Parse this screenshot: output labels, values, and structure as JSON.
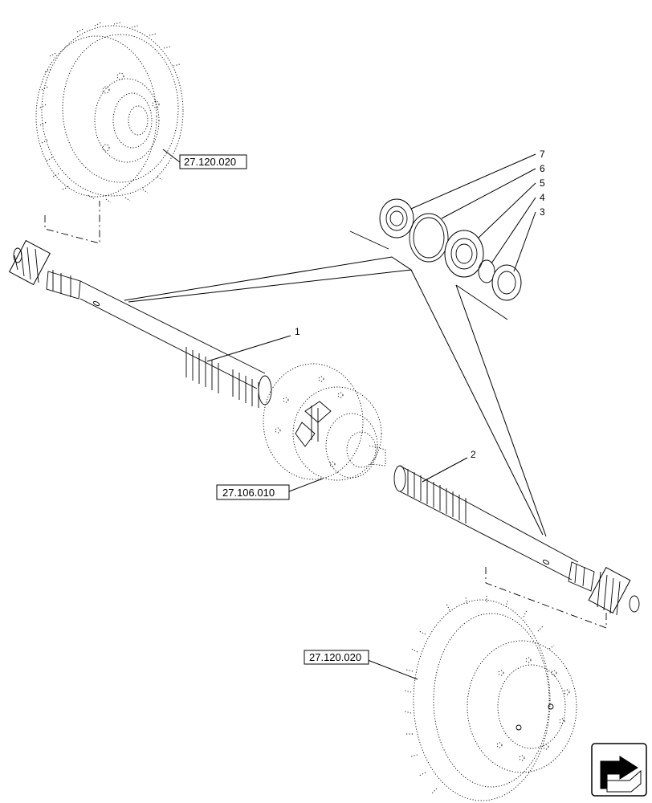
{
  "callouts": [
    {
      "id": "7",
      "text": "7"
    },
    {
      "id": "6",
      "text": "6"
    },
    {
      "id": "5",
      "text": "5"
    },
    {
      "id": "4",
      "text": "4"
    },
    {
      "id": "3",
      "text": "3"
    },
    {
      "id": "1",
      "text": "1"
    },
    {
      "id": "2",
      "text": "2"
    }
  ],
  "references": {
    "top_gear": "27.120.020",
    "differential": "27.106.010",
    "bottom_gear": "27.120.020"
  },
  "navigation": {
    "icon": "arrow-return-icon"
  }
}
